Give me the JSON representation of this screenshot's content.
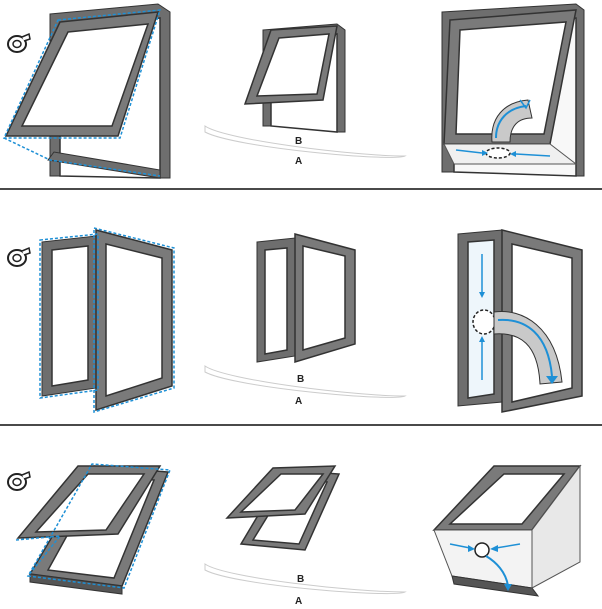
{
  "rows": [
    {
      "name": "top-hung-window-row",
      "seal_labels": [
        "B",
        "A"
      ]
    },
    {
      "name": "casement-window-row",
      "seal_labels": [
        "B",
        "A"
      ]
    },
    {
      "name": "roof-window-row",
      "seal_labels": [
        "B",
        "A"
      ]
    }
  ],
  "icons": {
    "tape": "tape-roll-icon",
    "airflow": "airflow-arrow-icon",
    "hose": "exhaust-hose-icon"
  },
  "colors": {
    "frame": "#6e6e6e",
    "frame_dark": "#3f3f3f",
    "seal": "#1e90d6",
    "glass": "#f2f2f2",
    "hose": "#c9c9c9"
  }
}
